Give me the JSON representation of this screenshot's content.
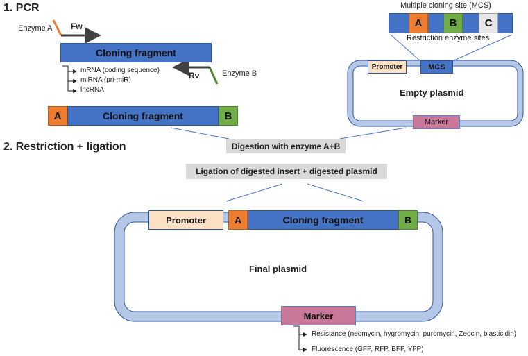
{
  "sections": {
    "pcr_title": "1. PCR",
    "restriction_title": "2. Restriction + ligation"
  },
  "pcr": {
    "enzyme_a": "Enzyme A",
    "enzyme_b": "Enzyme B",
    "fw": "Fw",
    "rv": "Rv",
    "fragment": "Cloning fragment",
    "types": [
      "mRNA (coding sequence)",
      "miRNA (pri-miR)",
      "lncRNA"
    ],
    "product": {
      "a": "A",
      "fragment": "Cloning fragment",
      "b": "B"
    }
  },
  "mcs": {
    "title": "Multiple cloning site (MCS)",
    "sites": [
      "A",
      "B",
      "C"
    ],
    "caption": "Restriction enzyme sites"
  },
  "empty_plasmid": {
    "promoter": "Promoter",
    "mcs": "MCS",
    "label": "Empty plasmid",
    "marker": "Marker"
  },
  "steps": {
    "digestion": "Digestion with enzyme A+B",
    "ligation": "Ligation of digested insert + digested plasmid"
  },
  "final_plasmid": {
    "promoter": "Promoter",
    "a": "A",
    "fragment": "Cloning fragment",
    "b": "B",
    "label": "Final plasmid",
    "marker": "Marker",
    "marker_types": [
      "Resistance (neomycin, hygromycin, puromycin, Zeocin, blasticidin)",
      "Fluorescence (GFP, RFP, BFP, YFP)"
    ]
  },
  "colors": {
    "blue": "#4472c4",
    "orange": "#ed7d31",
    "green": "#70ad47",
    "backbone": "#b4c7e7",
    "marker": "#c9789a",
    "promoter": "#fbe0c3"
  }
}
